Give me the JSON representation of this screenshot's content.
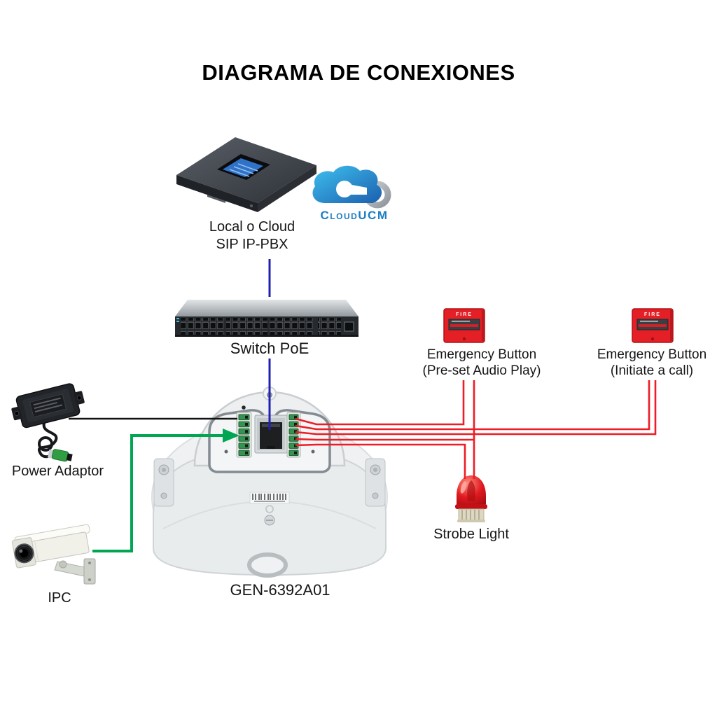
{
  "title": "DIAGRAMA DE CONEXIONES",
  "colors": {
    "wire_red": "#ee1c25",
    "wire_blue": "#2020b2",
    "wire_green": "#00a651",
    "wire_black": "#131313"
  },
  "nodes": {
    "pbx": {
      "label1": "Local o Cloud",
      "label2": "SIP IP-PBX"
    },
    "cloud": {
      "text": "CloudUCM"
    },
    "switch": {
      "label": "Switch PoE"
    },
    "emergency_audio": {
      "label1": "Emergency Button",
      "label2": "(Pre-set Audio Play)",
      "panel_text": "FIRE"
    },
    "emergency_call": {
      "label1": "Emergency Button",
      "label2": "(Initiate a call)",
      "panel_text": "FIRE"
    },
    "power_adaptor": {
      "label": "Power Adaptor"
    },
    "ipc": {
      "label": "IPC"
    },
    "strobe": {
      "label": "Strobe Light"
    },
    "speaker": {
      "model": "GEN-6392A01"
    }
  }
}
